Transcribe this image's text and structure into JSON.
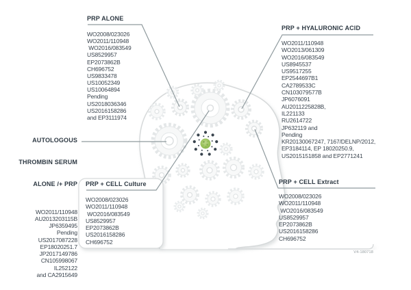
{
  "diagram_title": "PRP patent families mapped to brain/gear illustration",
  "colors": {
    "text": "#3a444e",
    "title_text": "#2e3943",
    "leader_line": "#8f9a9e",
    "graphic_outline": "#d6d9da",
    "gear_tone": "#e6e9ea",
    "accent_green": "#9cc45e",
    "dot_navy": "#38434d"
  },
  "version_label": "V4-180718",
  "groups": [
    {
      "id": "prp-alone",
      "title": "PRP ALONE",
      "items": [
        "WO2008/023026",
        "WO2011/110948",
        " WO2016/083549",
        "US8529957",
        "EP2073862B",
        "CH696752",
        "US9833478",
        "US10052349",
        "US10064894",
        "Pending",
        "US2018036346",
        "US2016158286",
        "and EP3111974"
      ]
    },
    {
      "id": "prp-hyaluronic-acid",
      "title": "PRP + HYALURONIC ACID",
      "items": [
        "WO2011/110948",
        "WO2013/061309",
        "WO2016/083549",
        "US8945537",
        "US9517255",
        "EP2544697B1",
        "CA2789533C",
        "CN103079577B",
        "JP6076091",
        "AU2011225828B,",
        "IL221133",
        "RU2614722",
        "JP632119 and",
        "Pending",
        "KR20130067247, 7167/DELNP/2012,",
        "EP3184114, EP 18020250.9,",
        "US2015151858 and EP2771241"
      ]
    },
    {
      "id": "autologous-thrombin-serum",
      "title": "AUTOLOGOUS THROMBIN SERUM ALONE /+ PRP",
      "title_lines": [
        "AUTOLOGOUS",
        "THROMBIN SERUM",
        "ALONE /+ PRP"
      ],
      "items": [
        "WO2011/110948",
        "AU2013203115B",
        "JP6359495",
        "Pending",
        "US2017087228",
        "EP18020251.7",
        "JP2017149786",
        "CN105998067",
        "IL252122",
        "and CA2915649"
      ]
    },
    {
      "id": "prp-cell-culture",
      "title": "PRP + CELL Culture",
      "items": [
        "WO2008/023026",
        "WO2011/110948",
        " WO2016/083549",
        "US8529957",
        "EP2073862B",
        "US2016158286",
        "CH696752"
      ]
    },
    {
      "id": "prp-cell-extract",
      "title": "PRP + CELL Extract",
      "items": [
        "WO2008/023026",
        "WO2011/110948",
        " WO2016/083549",
        "US8529957",
        "EP2073862B",
        "US2016158286",
        "CH696752"
      ]
    }
  ]
}
